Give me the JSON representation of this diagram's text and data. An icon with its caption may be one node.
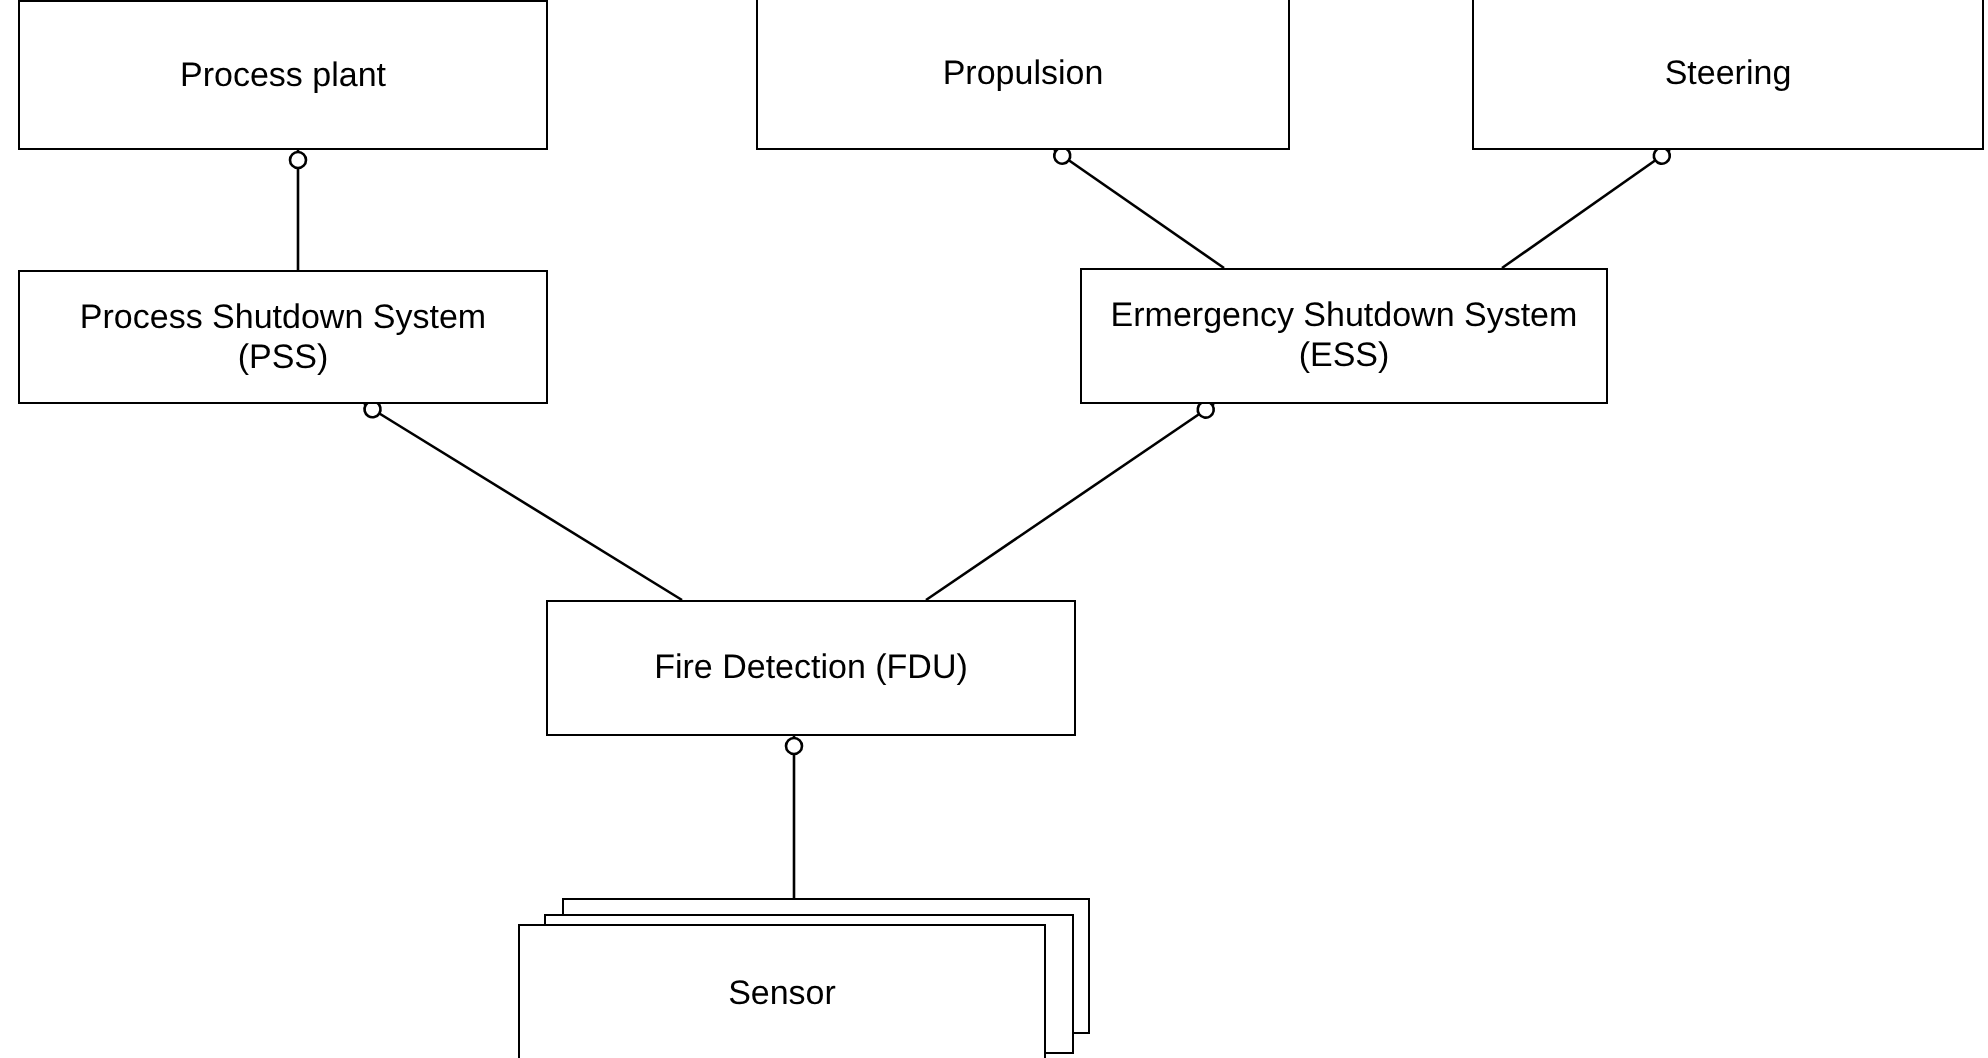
{
  "diagram": {
    "nodes": [
      {
        "text": [
          "Process plant"
        ]
      },
      {
        "text": [
          "Propulsion"
        ]
      },
      {
        "text": [
          "Steering"
        ]
      },
      {
        "text": [
          "Process Shutdown System (PSS)"
        ]
      },
      {
        "text": [
          "Ermergency Shutdown System (ESS)"
        ]
      },
      {
        "text": [
          "Fire Detection (FDU)"
        ]
      },
      {
        "text": [
          "Sensor"
        ]
      }
    ],
    "edges": [
      {
        "from": 3,
        "to": 0,
        "arrow": "other"
      },
      {
        "from": 4,
        "to": 1,
        "arrow": "other"
      },
      {
        "from": 4,
        "to": 2,
        "arrow": "other"
      },
      {
        "from": 5,
        "to": 3,
        "arrow": "other"
      },
      {
        "from": 5,
        "to": 4,
        "arrow": "other"
      },
      {
        "from": 6,
        "to": 5,
        "arrow": "other"
      }
    ]
  }
}
